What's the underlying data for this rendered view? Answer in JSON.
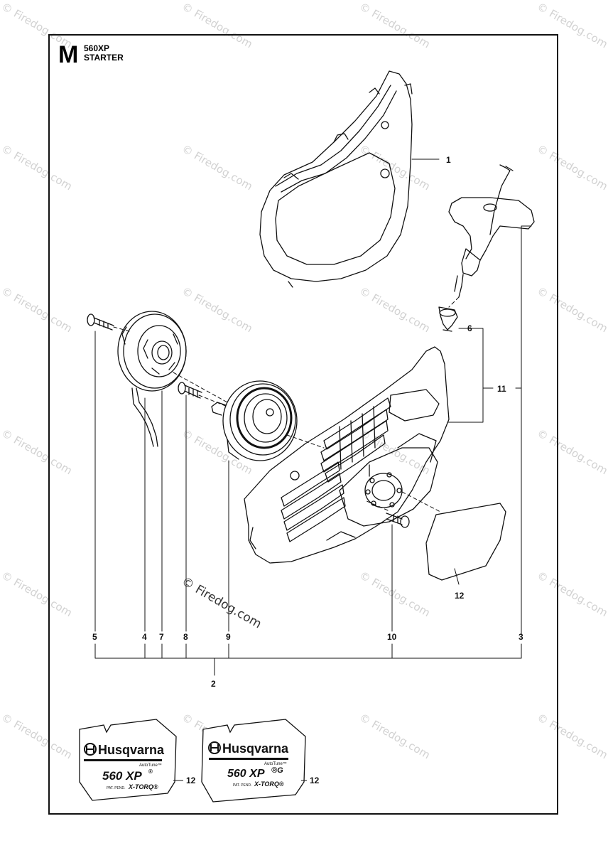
{
  "header": {
    "section_letter": "M",
    "model": "560XP",
    "title": "STARTER"
  },
  "watermark": {
    "text": "© Firedog.com",
    "color": "#d2d2d2"
  },
  "callouts": [
    "1",
    "2",
    "3",
    "4",
    "5",
    "6",
    "7",
    "8",
    "9",
    "10",
    "11",
    "12"
  ],
  "decals": [
    {
      "brand": "Husqvarna",
      "autotune": "AutoTune™",
      "model": "560 XP",
      "suffix": "®",
      "pat": "PAT. PEND.",
      "torq": "X-TORQ®",
      "callout": "12"
    },
    {
      "brand": "Husqvarna",
      "autotune": "AutoTune™",
      "model": "560 XP",
      "suffix": "®G",
      "pat": "PAT. PEND.",
      "torq": "X-TORQ®",
      "callout": "12"
    }
  ],
  "icons": [
    "husqvarna-logo-icon"
  ]
}
